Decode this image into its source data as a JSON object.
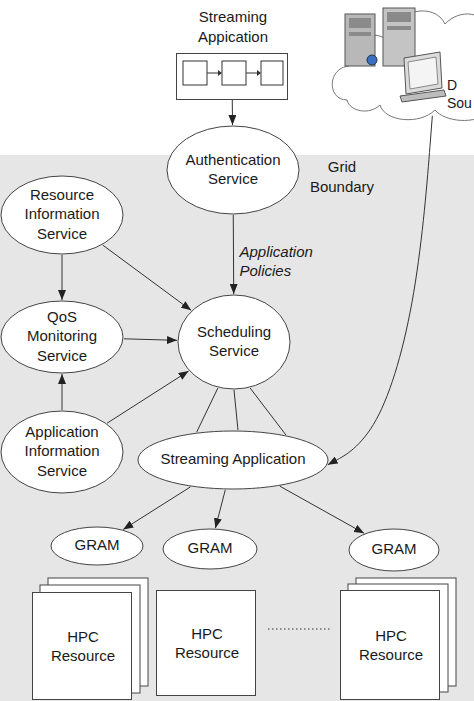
{
  "diagram": {
    "nodes": [
      {
        "text": [
          "Streaming Appication"
        ]
      },
      {
        "text": [
          "D Sou"
        ]
      },
      {
        "text": [
          "Authentication Service"
        ]
      },
      {
        "text": [
          "Grid Boundary"
        ]
      },
      {
        "text": [
          "Resource Information Service"
        ],
        "in": 3
      },
      {
        "text": [
          "QoS Monitoring Service"
        ],
        "in": 3
      },
      {
        "text": [
          "Scheduling Service"
        ],
        "in": 3
      },
      {
        "text": [
          "Application Information Service"
        ],
        "in": 3
      },
      {
        "text": [
          "Streaming Application"
        ],
        "in": 3
      },
      {
        "text": [
          "GRAM"
        ],
        "in": 3
      },
      {
        "text": [
          "GRAM"
        ],
        "in": 3
      },
      {
        "text": [
          "GRAM"
        ],
        "in": 3
      },
      {
        "text": [
          "HPC Resource"
        ],
        "in": 3
      },
      {
        "text": [
          "HPC Resource"
        ],
        "in": 3
      },
      {
        "text": [
          "HPC Resource"
        ],
        "in": 3
      }
    ],
    "edges": [
      {
        "from": 0,
        "to": 2,
        "arrow": "to"
      },
      {
        "from": 2,
        "to": 6,
        "label": "Application Policies",
        "arrow": "to"
      },
      {
        "from": 4,
        "to": 6,
        "arrow": "to"
      },
      {
        "from": 4,
        "to": 5,
        "arrow": "to"
      },
      {
        "from": 5,
        "to": 6,
        "arrow": "to"
      },
      {
        "from": 7,
        "to": 5,
        "arrow": "to"
      },
      {
        "from": 7,
        "to": 6,
        "arrow": "to"
      },
      {
        "from": 6,
        "to": 8,
        "arrow": "none"
      },
      {
        "from": 6,
        "to": 8,
        "arrow": "none"
      },
      {
        "from": 6,
        "to": 8,
        "arrow": "none"
      },
      {
        "from": 1,
        "to": 8,
        "arrow": "to"
      },
      {
        "from": 8,
        "to": 9,
        "arrow": "to"
      },
      {
        "from": 8,
        "to": 10,
        "arrow": "to"
      },
      {
        "from": 8,
        "to": 11,
        "arrow": "to"
      }
    ]
  }
}
